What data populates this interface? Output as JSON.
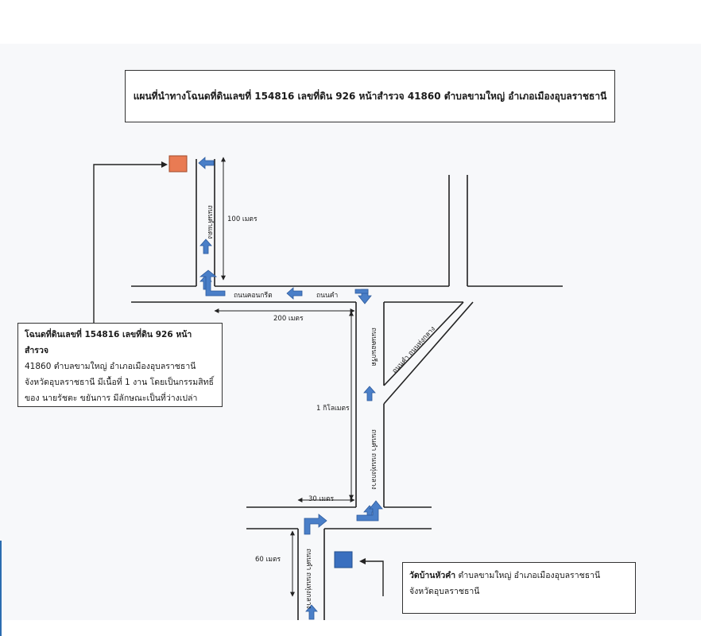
{
  "title": "แผนที่นำทางโฉนดที่ดินเลขที่ 154816 เลขที่ดิน 926 หน้าสำรวจ 41860 ตำบลขามใหญ่ อำเภอเมืองอุบลราชธานี",
  "plot_info": {
    "line1_bold": "โฉนดที่ดินเลขที่ 154816 เลขที่ดิน 926 หน้าสำรวจ",
    "line2": "41860 ตำบลขามใหญ่ อำเภอเมืองอุบลราชธานี",
    "line3": "จังหวัดอุบลราชธานี มีเนื้อที่ 1 งาน โดยเป็นกรรมสิทธิ์",
    "line4": "ของ นายรัชตะ ขยันการ มีลักษณะเป็นที่ว่างเปล่า"
  },
  "temple_info": {
    "name_bold": "วัดบ้านหัวคำ",
    "location": " ตำบลขามใหญ่ อำเภอเมืองอุบลราชธานี",
    "province": "จังหวัดอุบลราชธานี"
  },
  "roads": {
    "thanon_khamtaen": "ถนนคำแดง",
    "thanon_concrete_top": "ถนนคอนกรีต",
    "thanon_kham": "ถนนคำ",
    "thanon_concrete_vertical": "ถนนคอนกรีต",
    "thanon_kham_thungklang": "ถนนคำ ถนนทุ่งกลาง",
    "thanon_kham_thungklang_main": "ถนนคำ ถนนทุ่งกลาง",
    "thanon_kham_thungklang_bottom": "ถนนคำ ถนนทุ่งกลาง"
  },
  "distances": {
    "d100": "100 เมตร",
    "d200": "200 เมตร",
    "d1km": "1 กิโลเมตร",
    "d30": "30 เมตร",
    "d60": "60 เมตร"
  },
  "colors": {
    "plot_marker": "#e97b53",
    "temple_marker": "#3a6fbf",
    "arrow": "#4a7fc8",
    "road": "#222222"
  }
}
